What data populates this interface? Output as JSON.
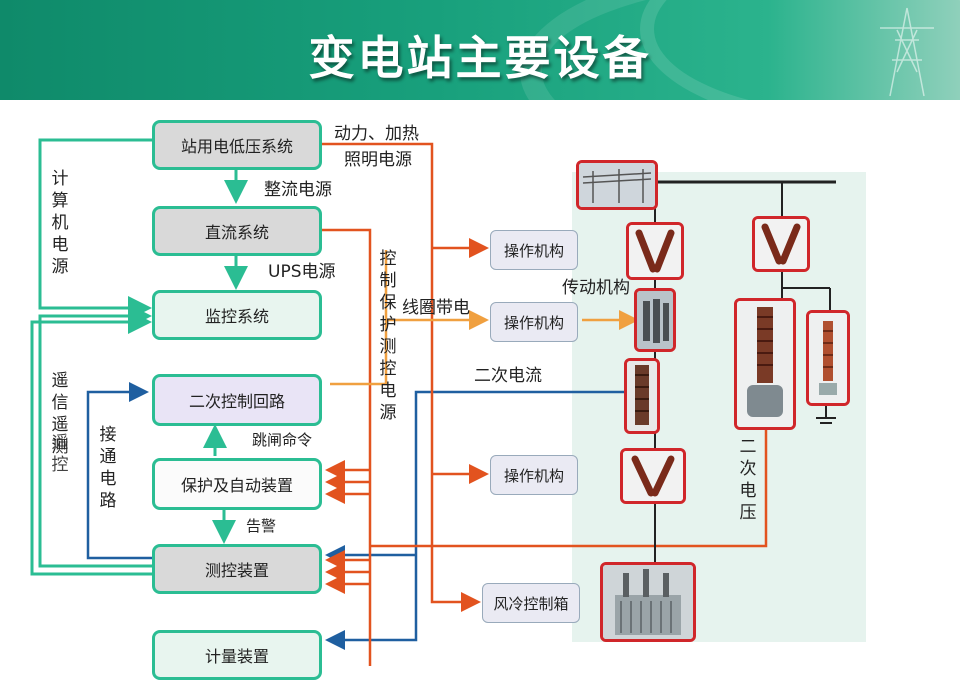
{
  "title": "变电站主要设备",
  "boxes": {
    "station_lv": "站用电低压系统",
    "dc_system": "直流系统",
    "monitoring": "监控系统",
    "secondary_control": "二次控制回路",
    "protection": "保护及自动装置",
    "measure_control": "测控装置",
    "metering": "计量装置"
  },
  "actuators": {
    "op1": "操作机构",
    "op2": "操作机构",
    "op3": "操作机构",
    "fan": "风冷控制箱"
  },
  "labels": {
    "power_heat": "动力、加热",
    "lighting": "照明电源",
    "rectifier": "整流电源",
    "ups": "UPS电源",
    "computer_power": "计算机电源",
    "remote_signal": "遥信遥测",
    "remote_control": "遥控",
    "connect_circuit": "接通电路",
    "control_prot": "控制保护测控电源",
    "coil_power": "线圈带电",
    "transmission": "传动机构",
    "secondary_current": "二次电流",
    "trip_cmd": "跳闸命令",
    "alarm": "告警",
    "secondary_voltage": "二次电压"
  },
  "colors": {
    "green_line": "#2bbd93",
    "orange_line": "#e2531f",
    "blue_line": "#1f5fa0",
    "banner": "#18a07c",
    "equipment_frame": "#d0262a"
  }
}
